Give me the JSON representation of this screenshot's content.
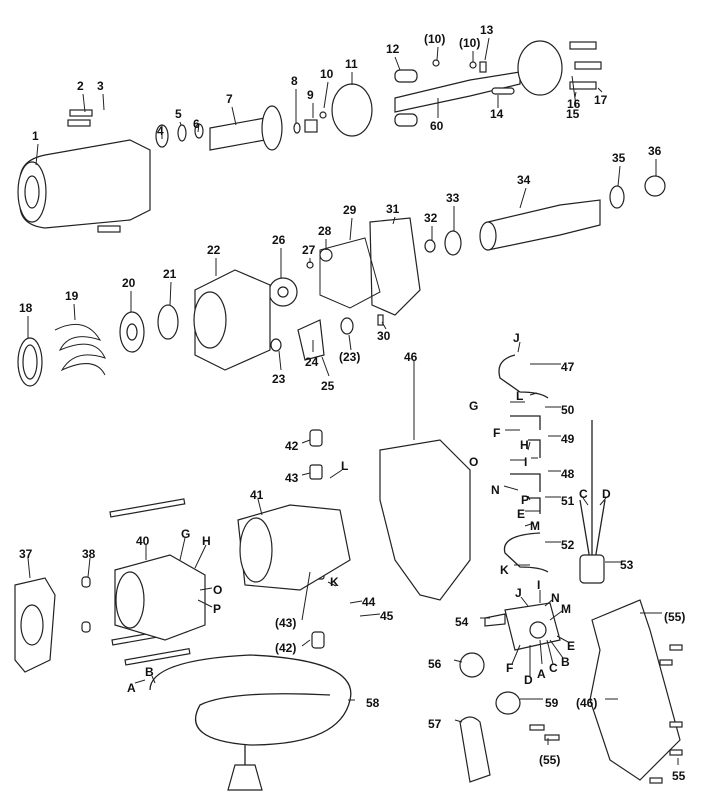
{
  "title": "Exploded parts diagram",
  "labels": {
    "p1": "1",
    "p2": "2",
    "p3": "3",
    "p4": "4",
    "p5": "5",
    "p6": "6",
    "p7": "7",
    "p8": "8",
    "p9": "9",
    "p10": "10",
    "p11": "11",
    "p12": "12",
    "p10a": "(10)",
    "p10b": "(10)",
    "p13": "13",
    "p14": "14",
    "p60": "60",
    "p15": "15",
    "p16": "16",
    "p17": "17",
    "p35": "35",
    "p36": "36",
    "p34": "34",
    "p33": "33",
    "p32": "32",
    "p31": "31",
    "p29": "29",
    "p28": "28",
    "p27": "27",
    "p26": "26",
    "p22": "22",
    "p21": "21",
    "p20": "20",
    "p19": "19",
    "p18": "18",
    "p30": "30",
    "p23a": "(23)",
    "p23": "23",
    "p24": "24",
    "p25": "25",
    "p42": "42",
    "p43": "43",
    "pL1": "L",
    "p41": "41",
    "p37": "37",
    "p38": "38",
    "p40": "40",
    "pG1": "G",
    "pH1": "H",
    "pO1": "O",
    "pP1": "P",
    "pK1": "K",
    "p43a": "(43)",
    "p44": "44",
    "p45": "45",
    "p42a": "(42)",
    "pA1": "A",
    "pB1": "B",
    "p58": "58",
    "p46": "46",
    "pJ2": "J",
    "p47": "47",
    "pL2": "L",
    "pG2": "G",
    "p50": "50",
    "pF2": "F",
    "pH2": "H",
    "p49": "49",
    "pI2": "I",
    "pO2": "O",
    "p48": "48",
    "pN2": "N",
    "pP2": "P",
    "p51": "51",
    "pE2": "E",
    "pM2": "M",
    "p52": "52",
    "pK2": "K",
    "pC2": "C",
    "pD2": "D",
    "p53": "53",
    "p54": "54",
    "pJ3": "J",
    "pI3": "I",
    "pN3": "N",
    "pM3": "M",
    "pE3": "E",
    "pB3": "B",
    "pC3": "C",
    "pA3": "A",
    "pD3": "D",
    "pF3": "F",
    "p56": "56",
    "p59": "59",
    "p57": "57",
    "p55a": "(55)",
    "p55b": "(55)",
    "p46a": "(46)",
    "p55": "55"
  }
}
